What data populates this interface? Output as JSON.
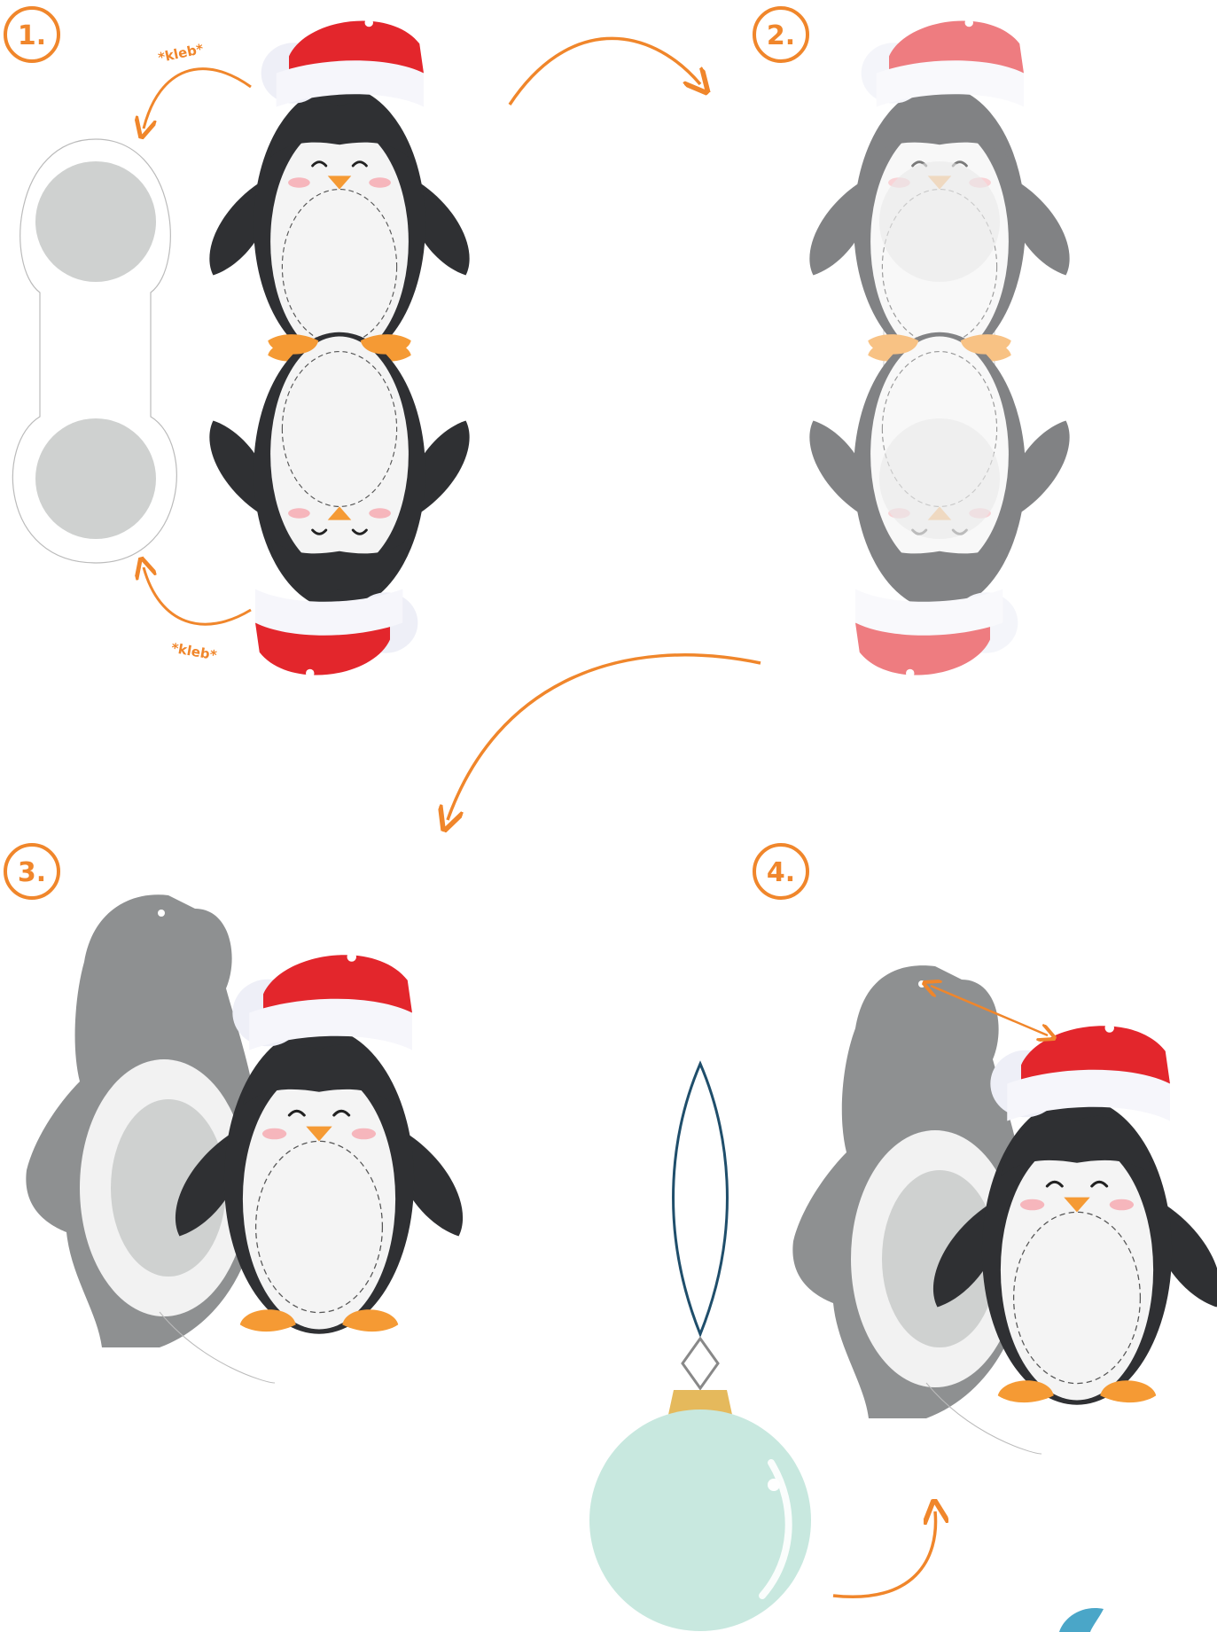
{
  "steps": [
    {
      "number": "1."
    },
    {
      "number": "2."
    },
    {
      "number": "3."
    },
    {
      "number": "4."
    }
  ],
  "glue_labels": [
    "*kleb*",
    "*kleb*"
  ],
  "colors": {
    "accent": "#f0862b",
    "penguin_body": "#2f3033",
    "penguin_belly": "#f2f2f2",
    "hat_red": "#e3262c",
    "feet_orange": "#f59a34",
    "gray_circle": "#cfd1d0",
    "ornament_glass": "#c8e8df",
    "ornament_cap": "#e5b95c",
    "loop_blue": "#1f4e6b"
  }
}
